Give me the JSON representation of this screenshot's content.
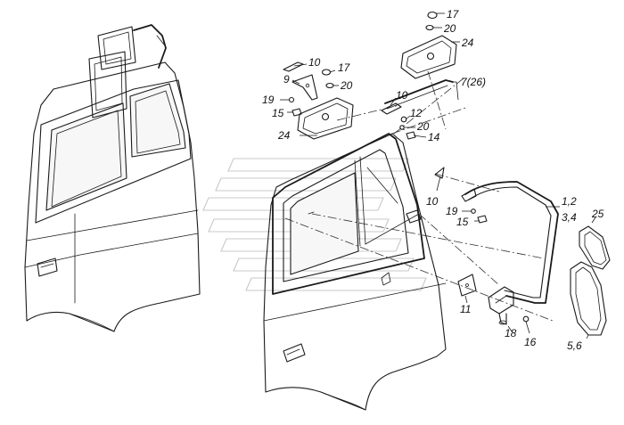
{
  "labels": [
    {
      "id": "17a",
      "text": "17"
    },
    {
      "id": "20a",
      "text": "20"
    },
    {
      "id": "24a",
      "text": "24"
    },
    {
      "id": "10a",
      "text": "10"
    },
    {
      "id": "9",
      "text": "9"
    },
    {
      "id": "17b",
      "text": "17"
    },
    {
      "id": "20b",
      "text": "20"
    },
    {
      "id": "7",
      "text": "7(26)"
    },
    {
      "id": "19a",
      "text": "19"
    },
    {
      "id": "15a",
      "text": "15"
    },
    {
      "id": "10b",
      "text": "10"
    },
    {
      "id": "12",
      "text": "12"
    },
    {
      "id": "20c",
      "text": "20"
    },
    {
      "id": "14",
      "text": "14"
    },
    {
      "id": "24b",
      "text": "24"
    },
    {
      "id": "10c",
      "text": "10"
    },
    {
      "id": "19b",
      "text": "19"
    },
    {
      "id": "15b",
      "text": "15"
    },
    {
      "id": "1_2",
      "text": "1,2"
    },
    {
      "id": "3_4",
      "text": "3,4"
    },
    {
      "id": "25",
      "text": "25"
    },
    {
      "id": "11",
      "text": "11"
    },
    {
      "id": "18",
      "text": "18"
    },
    {
      "id": "16",
      "text": "16"
    },
    {
      "id": "5_6",
      "text": "5,6"
    }
  ]
}
